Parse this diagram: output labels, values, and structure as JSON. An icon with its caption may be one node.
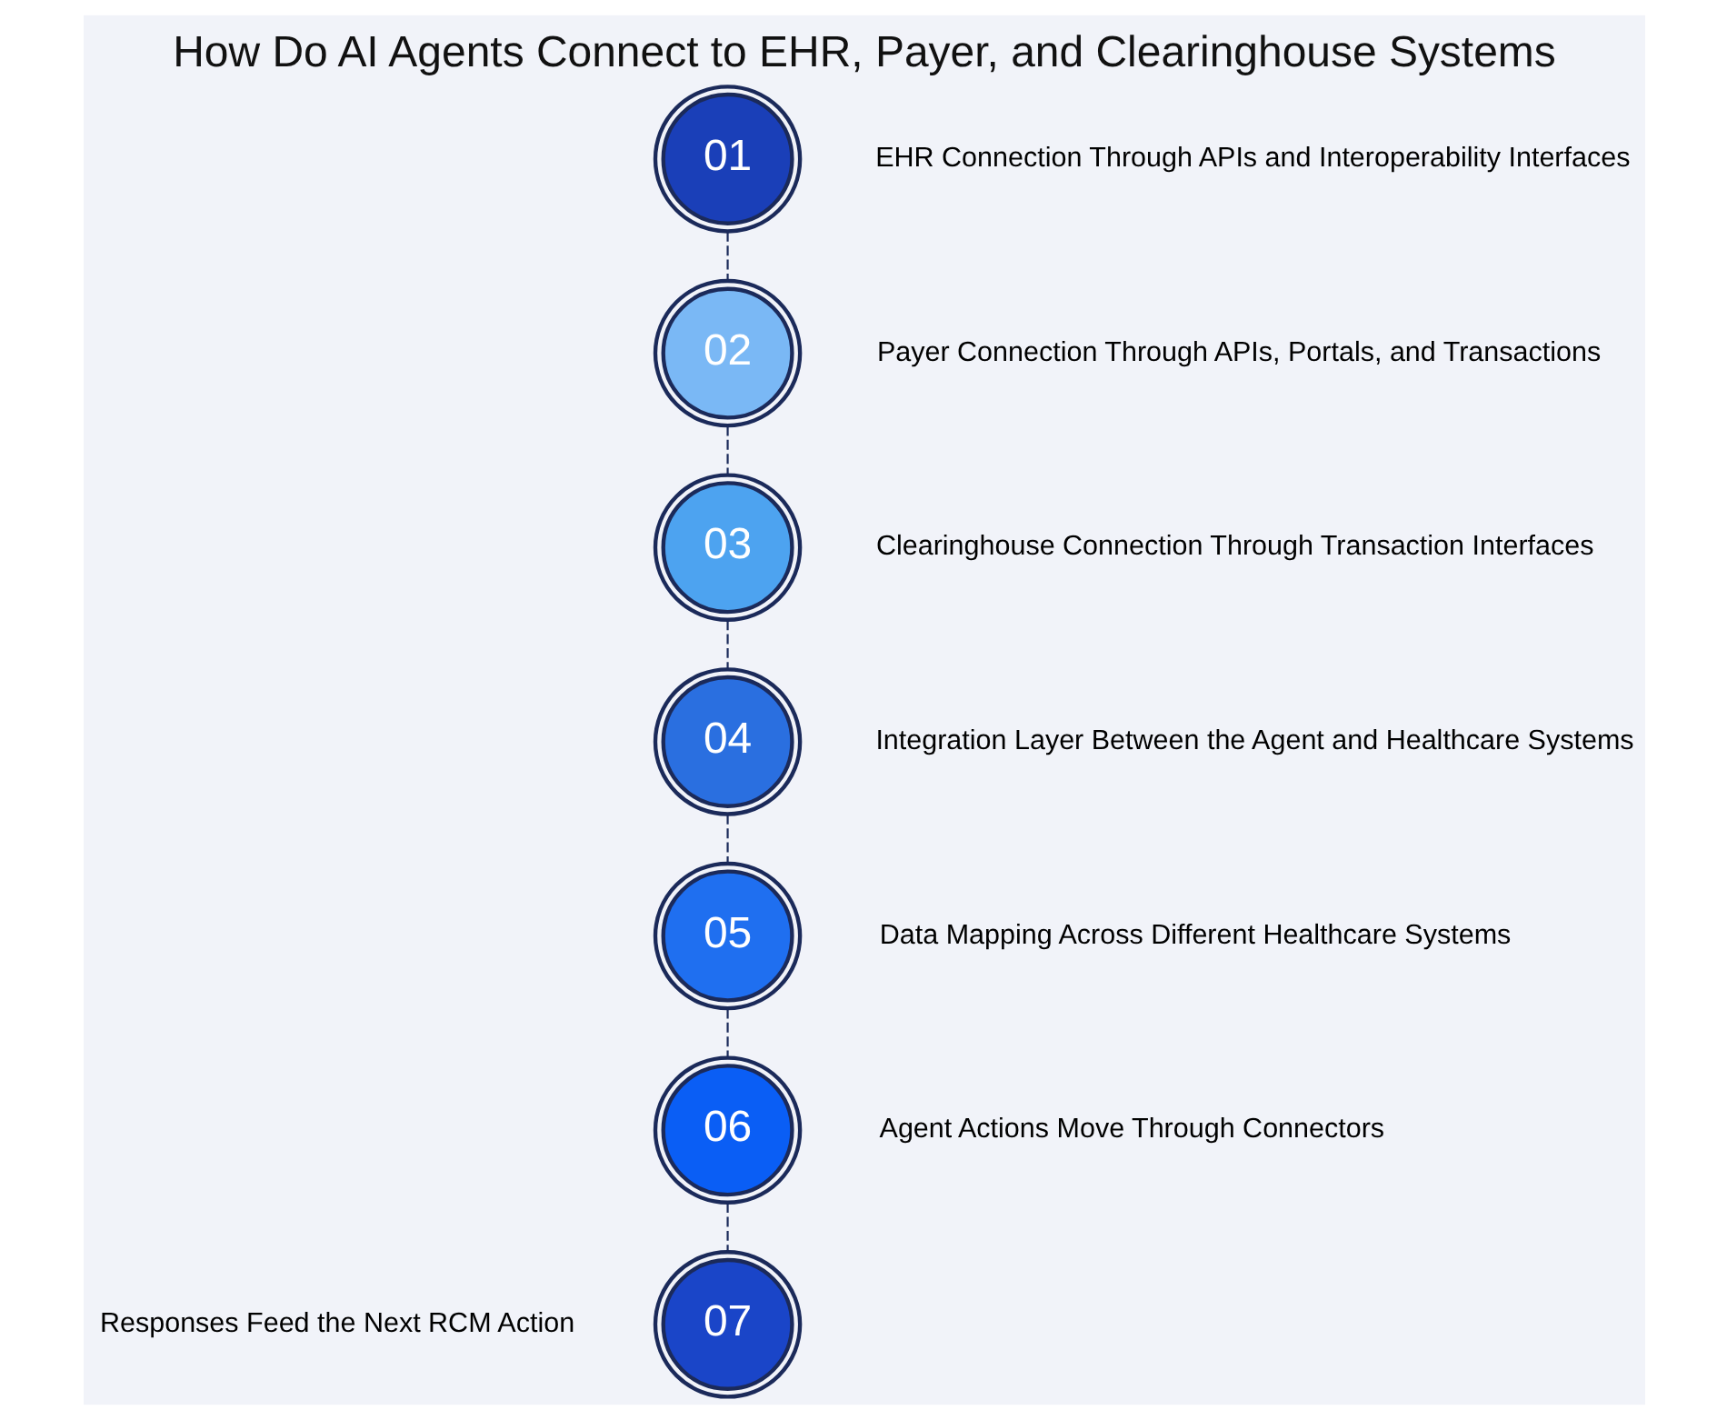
{
  "diagram": {
    "title": "How Do AI Agents Connect to EHR, Payer, and Clearinghouse Systems",
    "nodes": [
      {
        "text": [
          "01"
        ],
        "beside": [
          "EHR Connection Through APIs and Interoperability Interfaces"
        ]
      },
      {
        "text": [
          "02"
        ],
        "beside": [
          "Payer Connection Through APIs, Portals, and Transactions"
        ]
      },
      {
        "text": [
          "03"
        ],
        "beside": [
          "Clearinghouse Connection Through Transaction Interfaces"
        ]
      },
      {
        "text": [
          "04"
        ],
        "beside": [
          "Integration Layer Between the Agent and Healthcare Systems"
        ]
      },
      {
        "text": [
          "05"
        ],
        "beside": [
          "Data Mapping Across Different Healthcare Systems"
        ]
      },
      {
        "text": [
          "06"
        ],
        "beside": [
          "Agent Actions Move Through Connectors"
        ]
      },
      {
        "text": [
          "07"
        ],
        "beside": [
          "Responses Feed the Next RCM Action"
        ]
      }
    ],
    "edges": [
      {
        "from": 0,
        "to": 1,
        "arrow": "none",
        "style": "dashed"
      },
      {
        "from": 1,
        "to": 2,
        "arrow": "none",
        "style": "dashed"
      },
      {
        "from": 2,
        "to": 3,
        "arrow": "none",
        "style": "dashed"
      },
      {
        "from": 3,
        "to": 4,
        "arrow": "none",
        "style": "dashed"
      },
      {
        "from": 4,
        "to": 5,
        "arrow": "none",
        "style": "dashed"
      },
      {
        "from": 5,
        "to": 6,
        "arrow": "none",
        "style": "dashed"
      }
    ]
  }
}
